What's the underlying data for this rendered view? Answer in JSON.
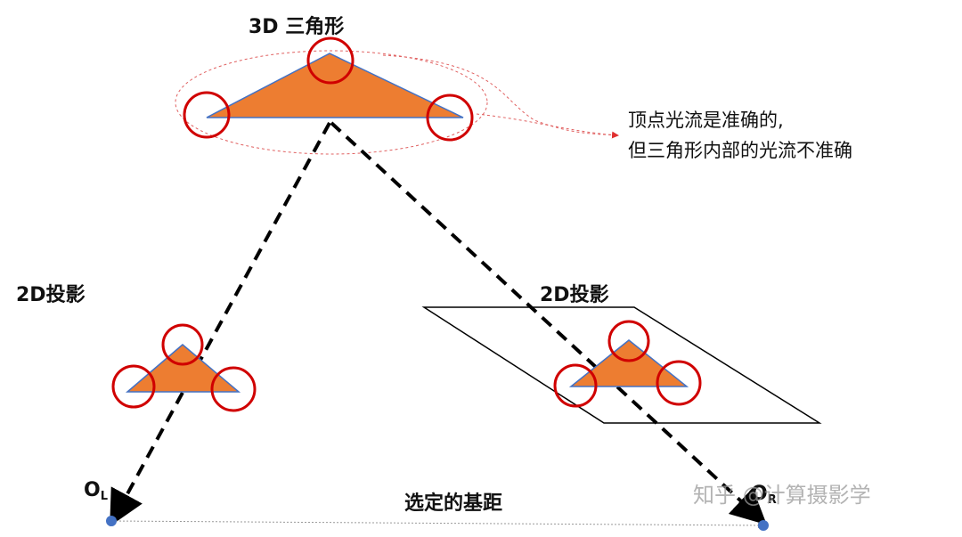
{
  "title": "3D 三角形",
  "projection_left_label": "2D投影",
  "projection_right_label": "2D投影",
  "annotation": {
    "line1": "顶点光流是准确的,",
    "line2": "但三角形内部的光流不准确"
  },
  "origin_left": {
    "letter": "O",
    "sub": "L"
  },
  "origin_right": {
    "letter": "O",
    "sub": "R"
  },
  "baseline_label": "选定的基距",
  "watermark": "知乎 @计算摄影学",
  "colors": {
    "triangle_fill": "#ED7D31",
    "triangle_stroke": "#4472C4",
    "circle": "#D00000",
    "dashed_ellipse": "#E06060",
    "origin_dot": "#4472C4",
    "ray": "#000000"
  }
}
